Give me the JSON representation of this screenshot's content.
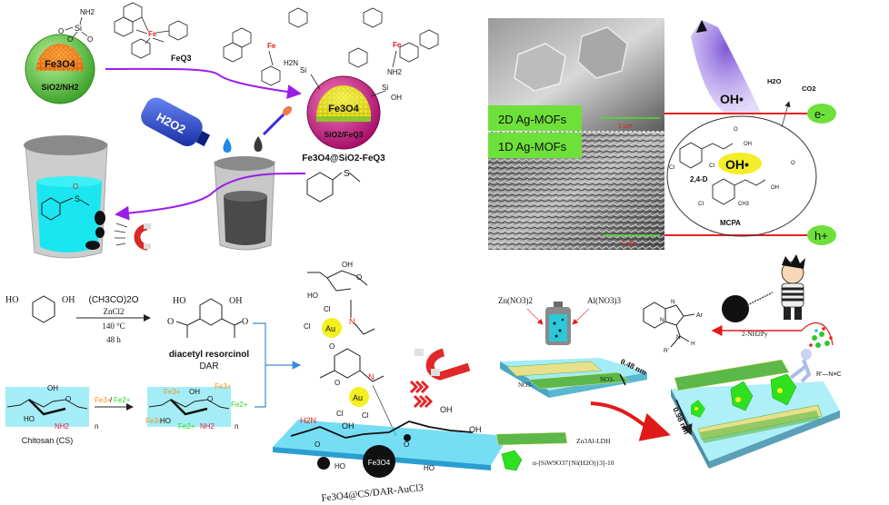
{
  "panel_top_left": {
    "particle_core_label": "Fe3O4",
    "particle_shell_label": "SiO2/NH2",
    "linker_atoms": [
      "NH2",
      "Si",
      "O",
      "O",
      "O"
    ],
    "complex_label": "FeQ3",
    "complex_metal": "Fe",
    "reagent_bottle_label": "H2O2",
    "product_particle_core": "Fe3O4",
    "product_particle_shell": "SiO2/FeQ3",
    "product_label": "Fe3O4@SiO2-FeQ3",
    "linker2_atoms": [
      "H2N",
      "Si",
      "O",
      "NH2",
      "Si",
      "OH"
    ],
    "substrate_atom": "S",
    "product_sulfoxide_atoms": [
      "O",
      "S"
    ],
    "colors": {
      "shell_green": "#5cc43a",
      "core_orange": "#f08a1e",
      "shell_pink": "#d6248a",
      "core_yellow": "#e8e020",
      "arrow_purple": "#9a1ee8",
      "liquid_cyan": "#19e6f0",
      "bottle_blue": "#1a3fc8"
    }
  },
  "panel_top_right": {
    "sem_labels": [
      "2D Ag-MOFs",
      "1D Ag-MOFs"
    ],
    "scale_bars": [
      "1 µm",
      "1 µm"
    ],
    "radical_top": "OH•",
    "products": [
      "H2O",
      "CO2"
    ],
    "radical_center": "OH•",
    "pollutants": [
      "2,4-D",
      "MCPA"
    ],
    "atoms": [
      "Cl",
      "Cl",
      "OH",
      "O",
      "Cl",
      "CH3",
      "OH",
      "O"
    ],
    "electron_label": "e-",
    "hole_label": "h+",
    "colors": {
      "label_green": "#6ee03a",
      "band_red": "#e82020",
      "radical_yellow": "#f2ee2a",
      "light_purple": "#8a6ae0"
    }
  },
  "panel_bottom_left": {
    "reactant": {
      "atoms": [
        "HO",
        "OH"
      ]
    },
    "reagents": [
      "(CH3CO)2O",
      "ZnCl2"
    ],
    "conditions": [
      "140 °C",
      "48 h"
    ],
    "product_atoms": [
      "HO",
      "OH",
      "O",
      "O"
    ],
    "product_name": "diacetyl resorcinol",
    "product_abbrev": "DAR",
    "chitosan_label": "Chitosan (CS)",
    "chitosan_atoms": [
      "OH",
      "O",
      "HO",
      "NH2",
      "O",
      "n"
    ],
    "iron_reagent": [
      "Fe3+",
      "/",
      "Fe2+"
    ],
    "loaded_ions": [
      "Fe3+",
      "Fe3+",
      "Fe2+",
      "Fe3+",
      "Fe2+"
    ],
    "loaded_atoms": [
      "OH",
      "O",
      "HO",
      "NH2",
      "n"
    ],
    "colors": {
      "fe3_orange": "#f0901e",
      "fe2_green": "#1ee01e",
      "nh2_red": "#e81e3c",
      "box_cyan": "#8ee8f4",
      "bracket_blue": "#3c8ad8"
    }
  },
  "panel_bottom_center": {
    "metal": "Au",
    "atoms": [
      "OH",
      "O",
      "HO",
      "Cl",
      "Cl",
      "N",
      "O",
      "O",
      "N",
      "Cl",
      "Cl",
      "H2N",
      "OH",
      "OH",
      "OH",
      "O",
      "O",
      "HO",
      "HO"
    ],
    "core_label": "Fe3O4",
    "product_label": "Fe3O4@CS/DAR-AuCl3",
    "colors": {
      "au_yellow": "#f4f020",
      "n_red": "#e81e1e",
      "slab_cyan": "#3cd0f0",
      "magnet_red": "#e02828"
    }
  },
  "panel_bottom_right": {
    "precursors": [
      "Zn(NO3)2",
      "Al(NO3)3"
    ],
    "interlayer_anion": [
      "NO3-",
      "NO3-"
    ],
    "spacing_small": "0.48 nm",
    "spacing_large": "0.98 nm",
    "legend": [
      {
        "label": "Zn3Al-LDH"
      },
      {
        "label": "α-[SiW9O37{Ni(H2O)}3]-10"
      }
    ],
    "product_atoms": [
      "N",
      "N",
      "Ar",
      "N",
      "H",
      "R'"
    ],
    "reagent_label": "2-NH2Py",
    "isocyanide": "R'—N≡C",
    "colors": {
      "layer_green": "#5cb848",
      "layer_yellow": "#e8e08a",
      "slab_cyan": "#7ae4f4",
      "arrow_red": "#e01a1a",
      "pom_green": "#2ee020"
    }
  }
}
